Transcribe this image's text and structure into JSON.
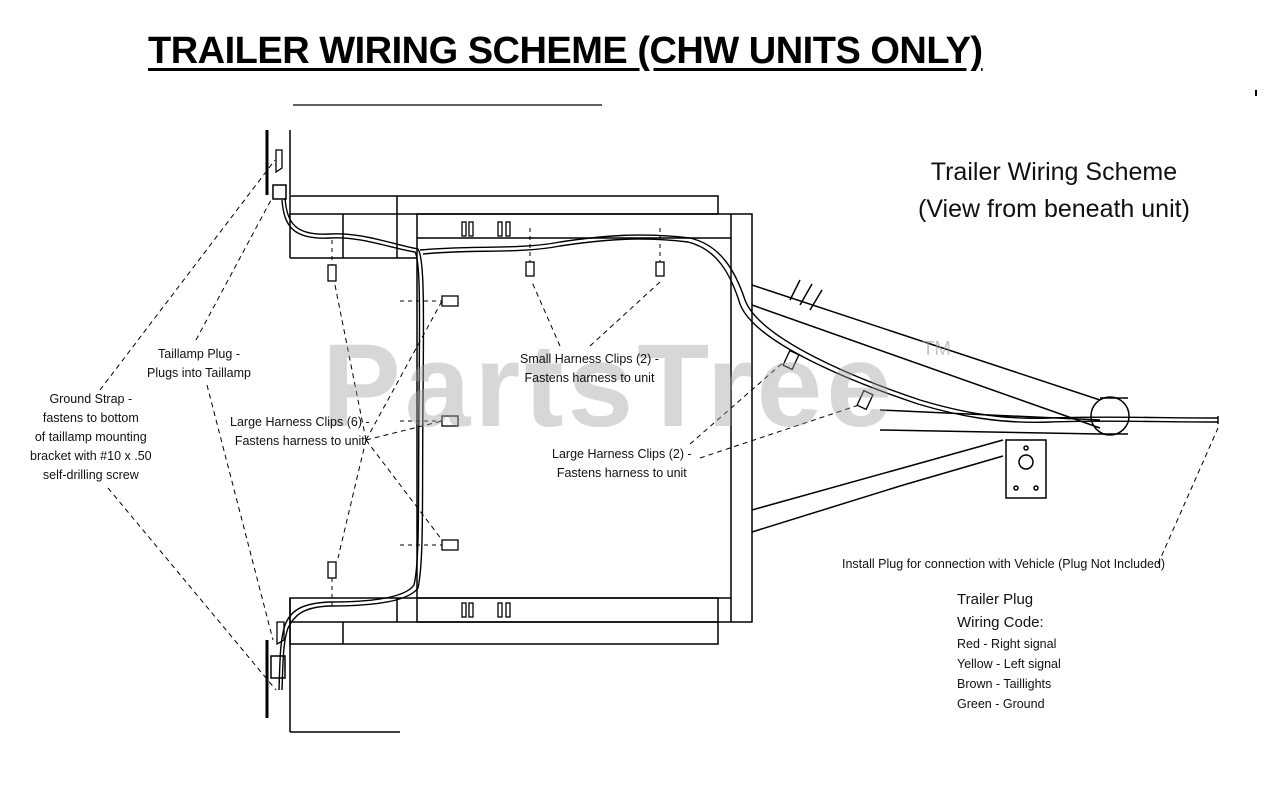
{
  "title": "TRAILER WIRING SCHEME (CHW UNITS ONLY)",
  "heading": {
    "line1": "Trailer Wiring Scheme",
    "line2": "(View from beneath unit)"
  },
  "labels": {
    "taillamp_plug": {
      "line1": "Taillamp Plug -",
      "line2": "Plugs into Taillamp"
    },
    "ground_strap": {
      "line1": "Ground Strap -",
      "line2": "fastens to bottom",
      "line3": "of taillamp mounting",
      "line4": "bracket with #10 x .50",
      "line5": "self-drilling screw"
    },
    "large_clips_6": {
      "line1": "Large Harness Clips (6) -",
      "line2": "Fastens harness to unit"
    },
    "small_clips_2": {
      "line1": "Small Harness Clips (2) -",
      "line2": "Fastens harness to unit"
    },
    "large_clips_2": {
      "line1": "Large Harness Clips (2) -",
      "line2": "Fastens harness to unit"
    },
    "install_plug": "Install Plug for connection with Vehicle (Plug Not Included)"
  },
  "wiring_code": {
    "title1": "Trailer Plug",
    "title2": "Wiring Code:",
    "rows": [
      "Red - Right signal",
      "Yellow - Left signal",
      "Brown - Taillights",
      "Green - Ground"
    ]
  },
  "watermark": {
    "text": "PartsTree",
    "tm": "TM"
  }
}
